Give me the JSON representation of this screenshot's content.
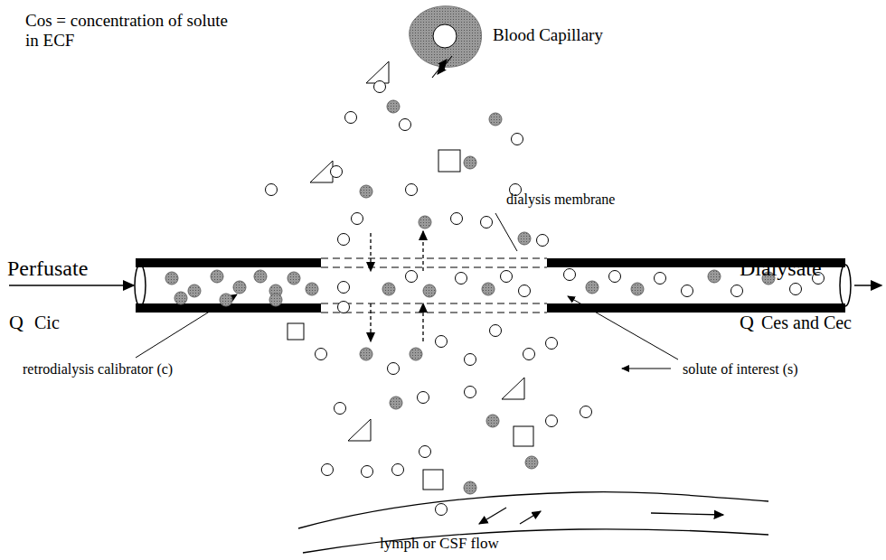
{
  "diagram": {
    "labels": [
      "Cos = concentration of solute in ECF",
      "Blood Capillary",
      "dialysis membrane",
      "Perfusate",
      "Q",
      "Cic",
      "Dialysate",
      "Q",
      "Ces and Cec",
      "retrodialysis calibrator (c)",
      "solute of interest (s)",
      "lymph or CSF flow"
    ]
  }
}
